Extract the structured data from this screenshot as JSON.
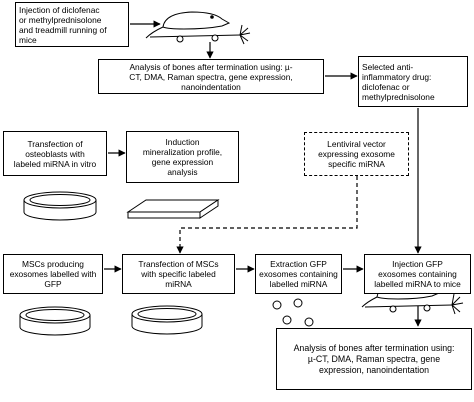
{
  "boxes": {
    "injection_top": "Injection of diclofenac\nor methylprednisolone\nand treadmill running of\nmice",
    "analysis_mid": "Analysis of bones after termination using:  µ-\nCT, DMA, Raman spectra, gene expression,\nnanoindentation",
    "selected_drug": "Selected anti-\ninflammatory drug:\ndiclofenac or\nmethylprednisolone",
    "transfection_osteoblasts": "Transfection of\nosteoblasts with\nlabeled miRNA  in vitro",
    "induction_profile": "Induction\nmineralization profile,\ngene expression\nanalysis",
    "lentiviral_vector": "Lentiviral vector\nexpressing exosome\nspecific miRNA",
    "mscs_producing": "MSCs producing\nexosomes labelled with\nGFP",
    "transfection_mscs": "Transfection of MSCs\nwith specific labeled\nmiRNA",
    "extraction_gfp": "Extraction GFP\nexosomes containing\nlabelled miRNA",
    "injection_gfp": "Injection GFP\nexosomes containing\nlabelled miRNA to mice",
    "analysis_bottom": "Analysis of bones after termination using:\nµ-CT, DMA, Raman spectra, gene\nexpression, nanoindentation"
  },
  "icons": [
    "mouse-treadmill-icon",
    "petri-dish-icon",
    "glass-slide-icon",
    "exosome-circles-icon"
  ]
}
